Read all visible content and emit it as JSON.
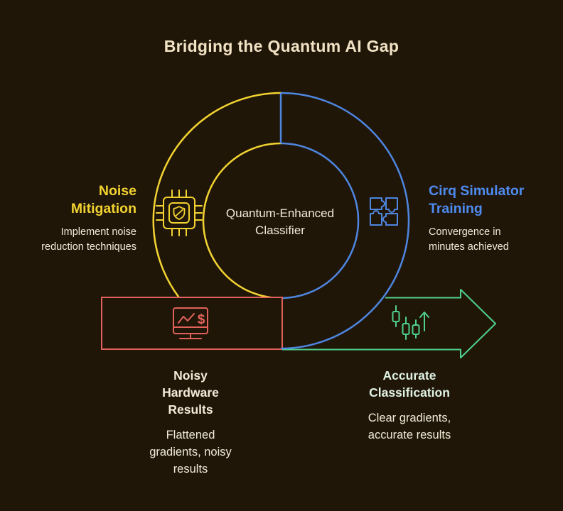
{
  "colors": {
    "background": "#201608",
    "yellow": "#f2d331",
    "blue": "#4e86e0",
    "blue_text": "#4e8bf0",
    "red": "#e2625b",
    "green": "#4fd08c",
    "cream": "#f2e2c4",
    "cream2": "#f3ebd9",
    "white": "#f1ead9",
    "mint": "#dff2e4"
  },
  "title": "Bridging the Quantum AI Gap",
  "center": {
    "label": "Quantum-Enhanced\nClassifier"
  },
  "left": {
    "heading": "Noise\nMitigation",
    "body": "Implement noise\nreduction techniques"
  },
  "right": {
    "heading": "Cirq Simulator\nTraining",
    "body": "Convergence in\nminutes achieved"
  },
  "bottom_left": {
    "heading": "Noisy\nHardware\nResults",
    "body": "Flattened\ngradients, noisy\nresults"
  },
  "bottom_right": {
    "heading": "Accurate\nClassification",
    "body": "Clear gradients,\naccurate results"
  },
  "icons": {
    "chip": "chip-shield-icon",
    "puzzle": "puzzle-icon",
    "monitor": "monitor-chart-dollar-icon",
    "candles": "candlestick-up-icon",
    "dollar_glyph": "$"
  }
}
